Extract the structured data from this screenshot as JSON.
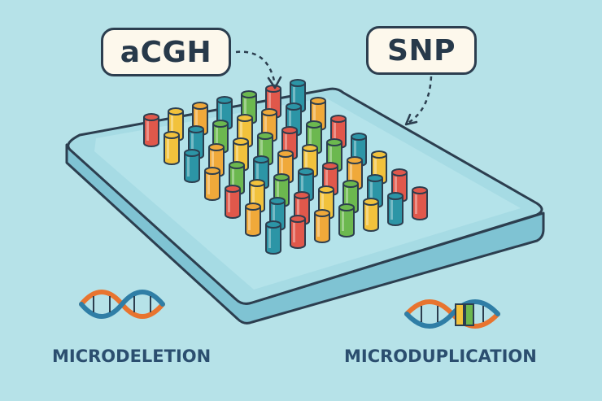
{
  "callouts": {
    "left": "aCGH",
    "right": "SNP"
  },
  "captions": {
    "left": "MICRODELETION",
    "right": "MICRODUPLICATION"
  },
  "colors": {
    "background": "#b6e2e8",
    "slide": "#9fd6e0",
    "slide_edge": "#7fc3d3",
    "outline": "#2c3e4f",
    "red": "#e0584b",
    "orange": "#f0a93a",
    "yellow": "#f2c23c",
    "green": "#6cb84f",
    "teal": "#2c95a6",
    "helix_orange": "#e8742f",
    "helix_blue": "#2f7ea6"
  },
  "icons": [
    "dna-helix-icon",
    "dashed-arrow-icon"
  ]
}
